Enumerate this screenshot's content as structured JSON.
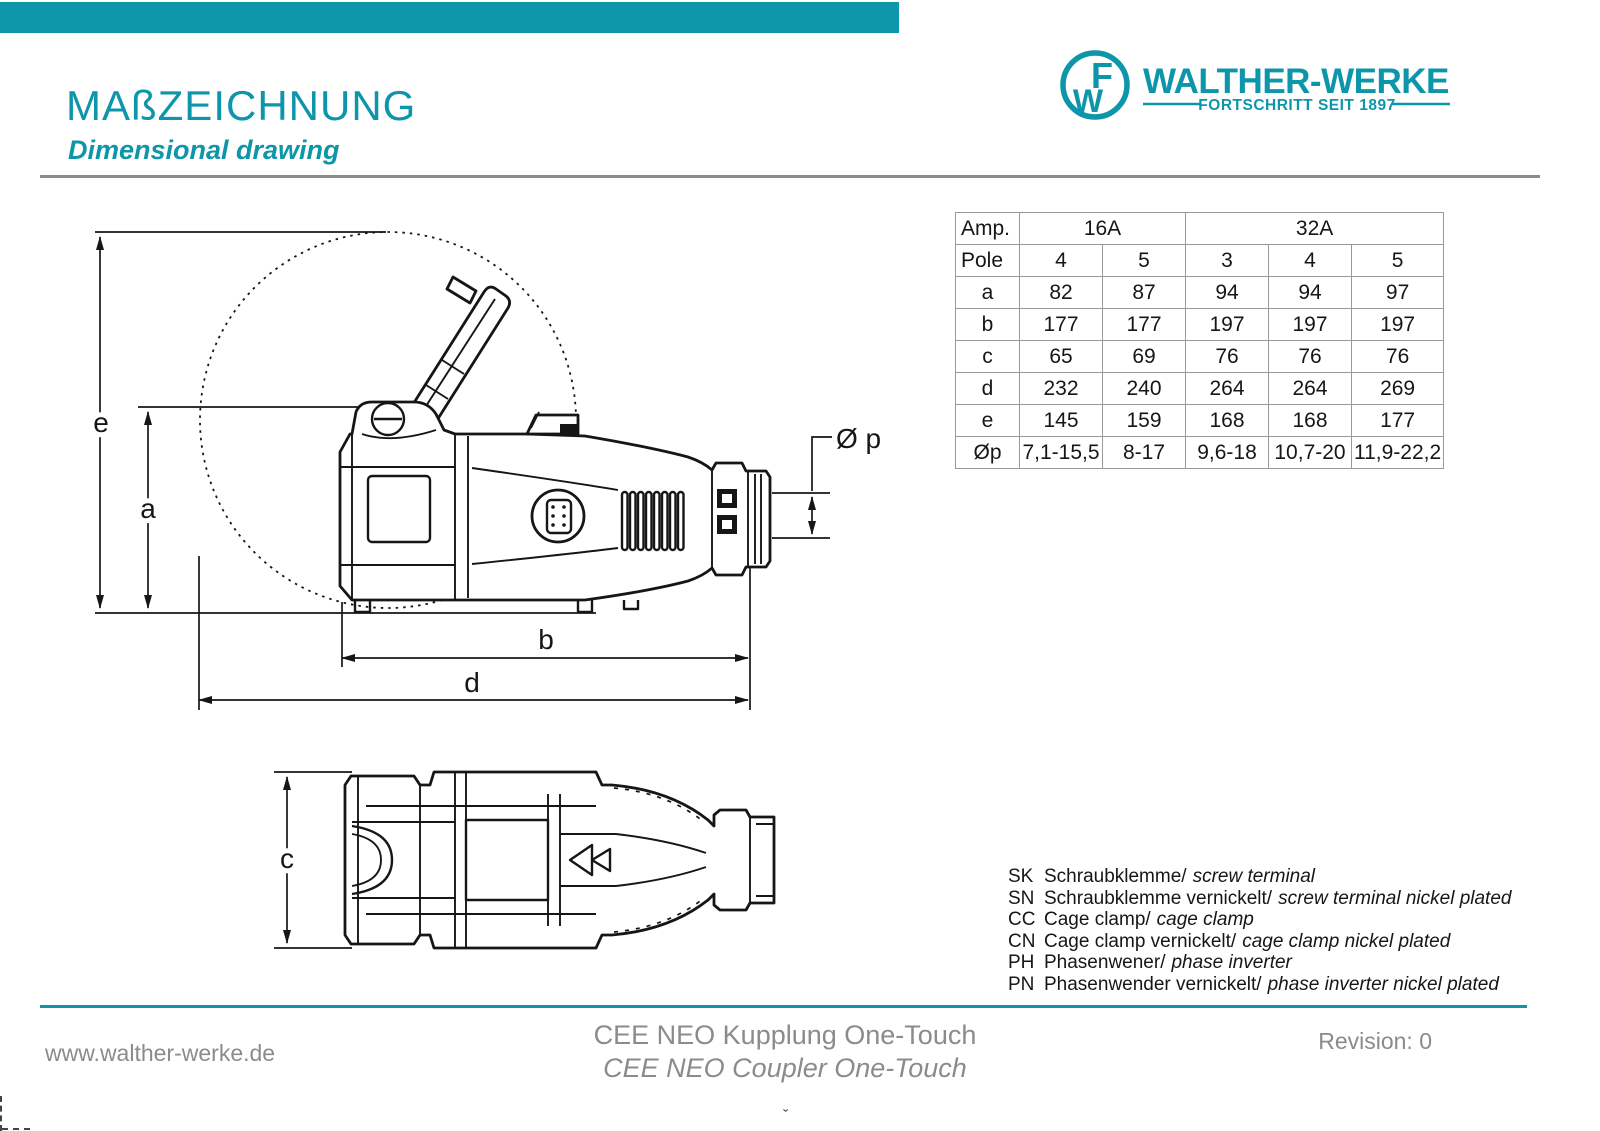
{
  "header": {
    "title": "MAßZEICHNUNG",
    "subtitle": "Dimensional drawing"
  },
  "logo": {
    "monogram_f": "F",
    "monogram_w": "W",
    "name": "WALTHER-WERKE",
    "tagline": "FORTSCHRITT SEIT 1897"
  },
  "drawing": {
    "labels": {
      "e": "e",
      "a": "a",
      "b": "b",
      "c": "c",
      "d": "d",
      "diameter": "Ø p"
    }
  },
  "table": {
    "amp_header": "Amp.",
    "amp16": "16A",
    "amp32": "32A",
    "pole_header": "Pole",
    "pole": [
      "4",
      "5",
      "3",
      "4",
      "5"
    ],
    "rows": [
      {
        "label": "a",
        "values": [
          "82",
          "87",
          "94",
          "94",
          "97"
        ]
      },
      {
        "label": "b",
        "values": [
          "177",
          "177",
          "197",
          "197",
          "197"
        ]
      },
      {
        "label": "c",
        "values": [
          "65",
          "69",
          "76",
          "76",
          "76"
        ]
      },
      {
        "label": "d",
        "values": [
          "232",
          "240",
          "264",
          "264",
          "269"
        ]
      },
      {
        "label": "e",
        "values": [
          "145",
          "159",
          "168",
          "168",
          "177"
        ]
      },
      {
        "label": "Øp",
        "values": [
          "7,1-15,5",
          "8-17",
          "9,6-18",
          "10,7-20",
          "11,9-22,2"
        ]
      }
    ]
  },
  "legend": [
    {
      "code": "SK",
      "de": "Schraubklemme/",
      "en": "screw terminal"
    },
    {
      "code": "SN",
      "de": "Schraubklemme vernickelt/",
      "en": "screw terminal nickel plated"
    },
    {
      "code": "CC",
      "de": "Cage clamp/",
      "en": "cage clamp"
    },
    {
      "code": "CN",
      "de": "Cage clamp vernickelt/",
      "en": "cage clamp nickel plated"
    },
    {
      "code": "PH",
      "de": "Phasenwener/",
      "en": "phase inverter"
    },
    {
      "code": "PN",
      "de": "Phasenwender vernickelt/",
      "en": "phase inverter nickel plated"
    }
  ],
  "footer": {
    "website": "www.walther-werke.de",
    "product_de": "CEE NEO Kupplung One-Touch",
    "product_en": "CEE NEO Coupler One-Touch",
    "revision": "Revision: 0"
  },
  "colors": {
    "accent": "#0d96aa",
    "line": "#161616",
    "muted": "#8b8b8b",
    "table_border": "#9a9a9a"
  }
}
